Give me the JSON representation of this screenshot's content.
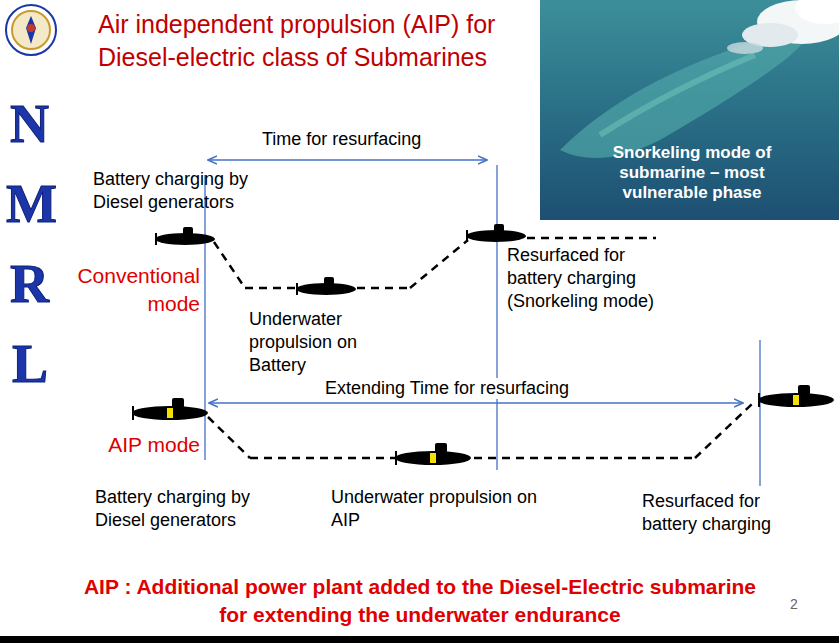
{
  "diagram": {
    "title": "Air independent propulsion (AIP) for Diesel-electric class of Submarines",
    "caption": "AIP : Additional power plant added to the Diesel-Electric submarine for extending the underwater endurance",
    "nodes": [
      {
        "text": [
          "Snorkeling mode of submarine – most vulnerable phase"
        ]
      }
    ],
    "labels": [
      "N",
      "M",
      "R",
      "L",
      "Time for resurfacing",
      "Battery charging by Diesel generators",
      "Conventional mode",
      "Underwater propulsion on Battery",
      "Resurfaced for battery charging (Snorkeling mode)",
      "Extending Time for resurfacing",
      "AIP mode",
      "Battery charging by Diesel generators",
      "Underwater propulsion on AIP",
      "Resurfaced for battery charging",
      "2"
    ]
  }
}
